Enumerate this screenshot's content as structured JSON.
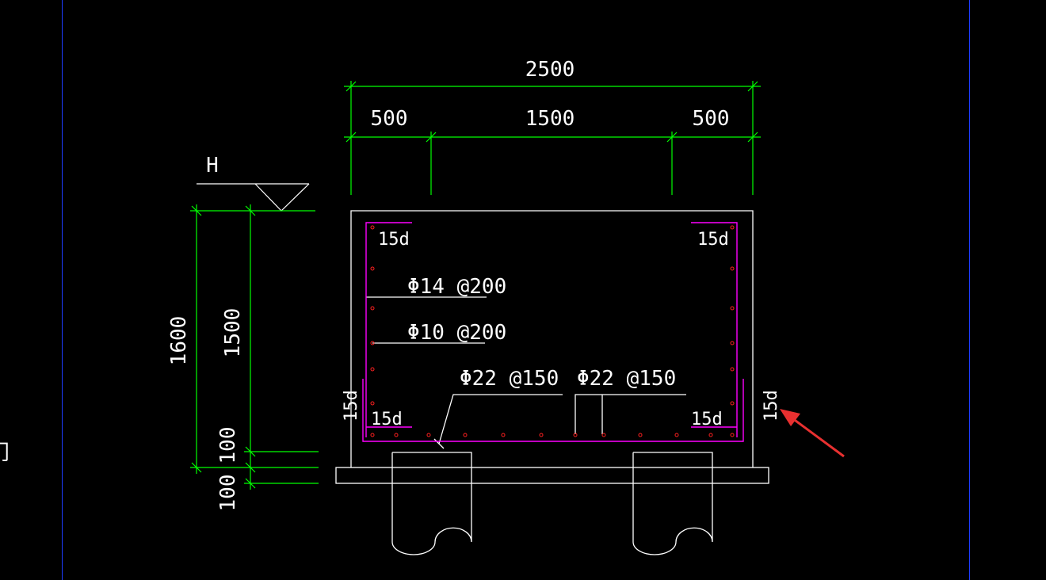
{
  "colors": {
    "background": "#000000",
    "dimension": "#00ff00",
    "outline": "#ffffff",
    "rebar": "#ff00ff",
    "rebar_dot": "#ff2020",
    "border": "#1e3cff",
    "arrow": "#e83030"
  },
  "level_mark": {
    "label": "H"
  },
  "dimensions": {
    "top_total": "2500",
    "top_left": "500",
    "top_middle": "1500",
    "top_right": "500",
    "side_total": "1600",
    "side_upper": "1500",
    "side_lower_1": "100",
    "side_lower_2": "100"
  },
  "annotations": {
    "top_left_anchor": "15d",
    "top_right_anchor": "15d",
    "bottom_left_anchor": "15d",
    "bottom_right_anchor": "15d",
    "left_side_anchor": "15d",
    "right_side_anchor": "15d",
    "rebar_upper": "Φ14 @200",
    "rebar_lower": "Φ10 @200",
    "bottom_bar_left": "Φ22 @150",
    "bottom_bar_right": "Φ22 @150"
  },
  "edge_glyph": "门"
}
